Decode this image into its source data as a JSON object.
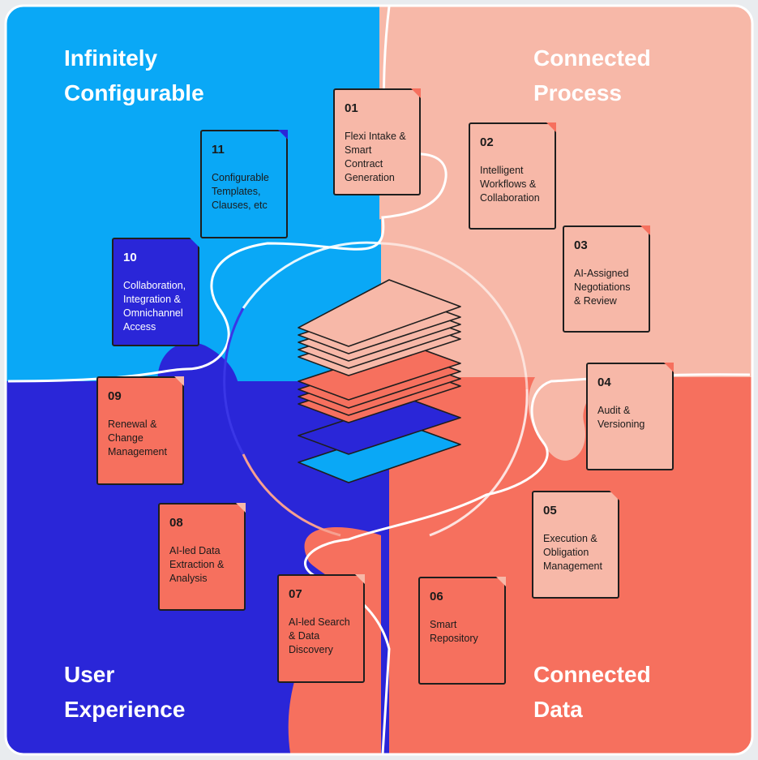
{
  "quadrants": {
    "top_left": {
      "title": "Infinitely\nConfigurable",
      "color": "#0aa8f6"
    },
    "top_right": {
      "title": "Connected\nProcess",
      "color": "#f7b8a8"
    },
    "bottom_right": {
      "title": "Connected\nData",
      "color": "#f6705e"
    },
    "bottom_left": {
      "title": "User\nExperience",
      "color": "#2a26d8"
    }
  },
  "cards": [
    {
      "num": "01",
      "label": "Flexi Intake & Smart Contract Generation",
      "fill": "#f7b8a8",
      "accent": "#f6705e"
    },
    {
      "num": "02",
      "label": "Intelligent Workflows & Collaboration",
      "fill": "#f7b8a8",
      "accent": "#f6705e"
    },
    {
      "num": "03",
      "label": "AI-Assigned Negotiations & Review",
      "fill": "#f7b8a8",
      "accent": "#f6705e"
    },
    {
      "num": "04",
      "label": "Audit & Versioning",
      "fill": "#f7b8a8",
      "accent": "#f6705e"
    },
    {
      "num": "05",
      "label": "Execution & Obligation Management",
      "fill": "#f7b8a8",
      "accent": "#f6705e"
    },
    {
      "num": "06",
      "label": "Smart Repository",
      "fill": "#f6705e",
      "accent": "#f7b8a8"
    },
    {
      "num": "07",
      "label": "AI-led Search & Data Discovery",
      "fill": "#f6705e",
      "accent": "#f7b8a8"
    },
    {
      "num": "08",
      "label": "AI-led Data Extraction & Analysis",
      "fill": "#f6705e",
      "accent": "#f7b8a8"
    },
    {
      "num": "09",
      "label": "Renewal & Change Management",
      "fill": "#f6705e",
      "accent": "#f7b8a8"
    },
    {
      "num": "10",
      "label": "Collaboration, Integration & Omnichannel Access",
      "fill": "#2a26d8",
      "accent": "#0aa8f6"
    },
    {
      "num": "11",
      "label": "Configurable Templates, Clauses, etc",
      "fill": "#0aa8f6",
      "accent": "#2a26d8"
    }
  ]
}
